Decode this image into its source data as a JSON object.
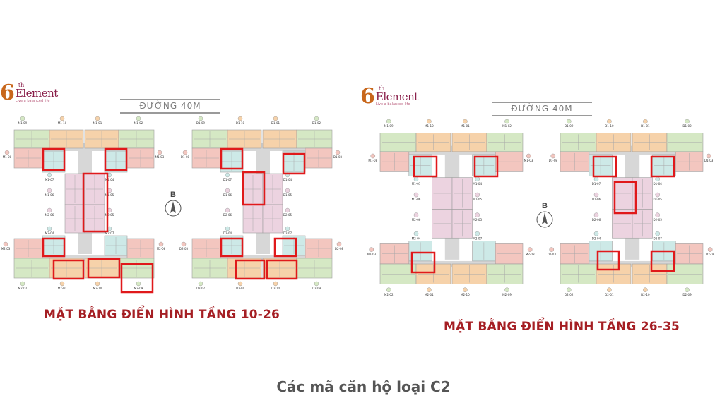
{
  "brand": {
    "six": "6",
    "th": "th",
    "name": "Element",
    "tagline": "Live a balanced life"
  },
  "panels": [
    {
      "road_label": "ĐƯỜNG 40M",
      "compass_letter": "B",
      "caption": "MẶT BẰNG ĐIỂN HÌNH TẦNG 10-26",
      "west_codes": [
        "M1-09",
        "M1-10",
        "M1-01",
        "M1-02",
        "M1-08",
        "M1-03",
        "M1-07",
        "M1-04",
        "M1-06",
        "M1-05",
        "M2-06",
        "M2-05",
        "M2-04",
        "M2-07",
        "M2-03",
        "M2-08",
        "M2-02",
        "M2-01",
        "M2-10",
        "M2-09"
      ],
      "east_codes": [
        "D1-09",
        "D1-10",
        "D1-01",
        "D1-02",
        "D1-08",
        "D1-03",
        "D1-07",
        "D1-04",
        "D1-06",
        "D1-05",
        "D2-06",
        "D2-05",
        "D2-04",
        "D2-07",
        "D2-03",
        "D2-08",
        "D2-02",
        "D2-01",
        "D2-10",
        "D2-09"
      ]
    },
    {
      "road_label": "ĐƯỜNG 40M",
      "compass_letter": "B",
      "caption": "MẶT BẰNG ĐIỂN HÌNH TẦNG 26-35",
      "west_codes": [
        "M1-09",
        "M1-10",
        "M1-01",
        "M1-02",
        "M1-08",
        "M1-03",
        "M1-07",
        "M1-04",
        "M1-06",
        "M1-05",
        "M2-06",
        "M2-05",
        "M2-04",
        "M2-07",
        "M2-03",
        "M2-08",
        "M2-02",
        "M2-01",
        "M2-10",
        "M2-09"
      ],
      "east_codes": [
        "D1-09",
        "D1-10",
        "D1-01",
        "D1-02",
        "D1-08",
        "D1-03",
        "D1-07",
        "D1-04",
        "D1-06",
        "D1-05",
        "D2-06",
        "D2-05",
        "D2-04",
        "D2-07",
        "D2-03",
        "D2-08",
        "D2-02",
        "D2-01",
        "D2-10",
        "D2-09"
      ]
    }
  ],
  "footer_caption": "Các mã căn hộ loại C2",
  "colors": {
    "highlight": "#e0191b",
    "caption": "#a51f24",
    "apt_green": "#d5e8c4",
    "apt_orange": "#f6d2aa",
    "apt_pink": "#f3c6bf",
    "apt_cyan": "#cde9e7",
    "apt_lilac": "#ecd3e0",
    "corridor": "#d7d7d7"
  }
}
